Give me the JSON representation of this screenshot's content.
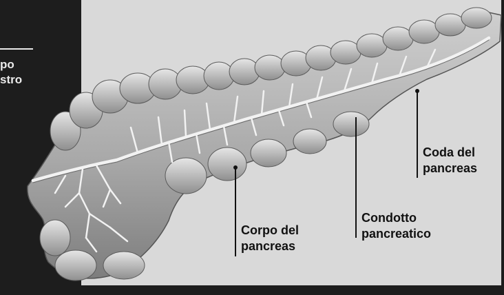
{
  "left_partial_labels": [
    "po",
    "stro"
  ],
  "labels": {
    "coda": [
      "Coda del",
      "pancreas"
    ],
    "condotto": [
      "Condotto",
      "pancreatico"
    ],
    "corpo": [
      "Corpo del",
      "pancreas"
    ]
  },
  "colors": {
    "background_dark": "#1d1d1d",
    "panel": "#d9d9d9",
    "organ_fill": "#b8b8b8",
    "organ_shadow": "#6e6e6e",
    "duct": "#f2f2f2",
    "leader_lines": "#111111"
  }
}
